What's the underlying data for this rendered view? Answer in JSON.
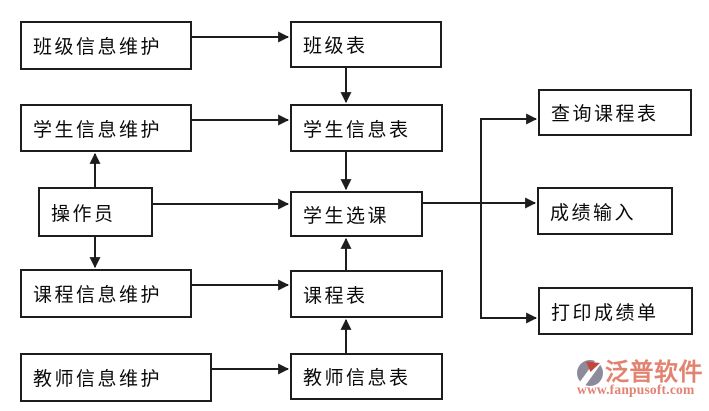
{
  "diagram": {
    "type": "flowchart",
    "stroke_color": "#1d1d1d",
    "node_fill": "#ffffff",
    "nodes": [
      {
        "id": "class-info-maintenance",
        "label": "班级信息维护"
      },
      {
        "id": "class-table",
        "label": "班级表"
      },
      {
        "id": "student-info-maintenance",
        "label": "学生信息维护"
      },
      {
        "id": "student-info-table",
        "label": "学生信息表"
      },
      {
        "id": "operator",
        "label": "操作员"
      },
      {
        "id": "student-course-selection",
        "label": "学生选课"
      },
      {
        "id": "course-info-maintenance",
        "label": "课程信息维护"
      },
      {
        "id": "course-table",
        "label": "课程表"
      },
      {
        "id": "teacher-info-maintenance",
        "label": "教师信息维护"
      },
      {
        "id": "teacher-info-table",
        "label": "教师信息表"
      },
      {
        "id": "query-course-table",
        "label": "查询课程表"
      },
      {
        "id": "grade-input",
        "label": "成绩输入"
      },
      {
        "id": "print-transcript",
        "label": "打印成绩单"
      }
    ],
    "edges": [
      {
        "from": "class-info-maintenance",
        "to": "class-table"
      },
      {
        "from": "student-info-maintenance",
        "to": "student-info-table"
      },
      {
        "from": "operator",
        "to": "student-info-maintenance"
      },
      {
        "from": "operator",
        "to": "student-course-selection"
      },
      {
        "from": "operator",
        "to": "course-info-maintenance"
      },
      {
        "from": "course-info-maintenance",
        "to": "course-table"
      },
      {
        "from": "teacher-info-maintenance",
        "to": "teacher-info-table"
      },
      {
        "from": "class-table",
        "to": "student-info-table"
      },
      {
        "from": "student-info-table",
        "to": "student-course-selection"
      },
      {
        "from": "course-table",
        "to": "student-course-selection"
      },
      {
        "from": "teacher-info-table",
        "to": "course-table"
      },
      {
        "from": "student-course-selection",
        "to": "query-course-table"
      },
      {
        "from": "student-course-selection",
        "to": "grade-input"
      },
      {
        "from": "student-course-selection",
        "to": "print-transcript"
      }
    ]
  },
  "logo": {
    "brand": "泛普软件",
    "url": "www.fanpusoft.com",
    "text_color": "#e2null8372",
    "brand_color": "#e28372",
    "mark_gray": "#8d8a9b",
    "mark_red": "#c1473a"
  }
}
